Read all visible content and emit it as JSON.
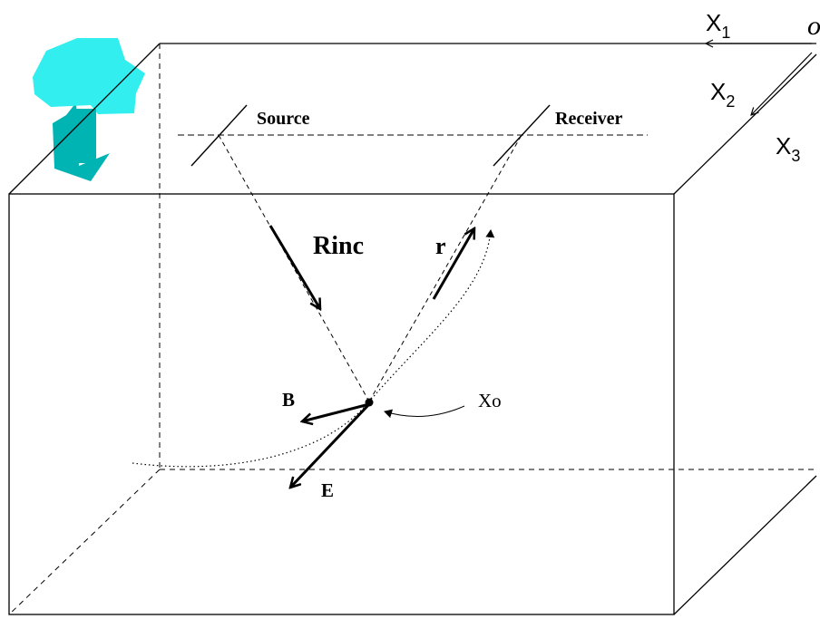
{
  "labels": {
    "source": "Source",
    "receiver": "Receiver",
    "rinc": "Rinc",
    "r": "r",
    "b": "B",
    "e": "E",
    "xo": "Xo",
    "origin": "o",
    "axis_x1": "X",
    "axis_x1_sub": "1",
    "axis_x2": "X",
    "axis_x2_sub": "2",
    "axis_x3": "X",
    "axis_x3_sub": "3"
  },
  "colors": {
    "stroke": "#000000",
    "background": "#ffffff",
    "tree_canopy": "#33eeee",
    "tree_trunk": "#00b4b4"
  },
  "icons": {
    "tree": "tree-icon"
  }
}
